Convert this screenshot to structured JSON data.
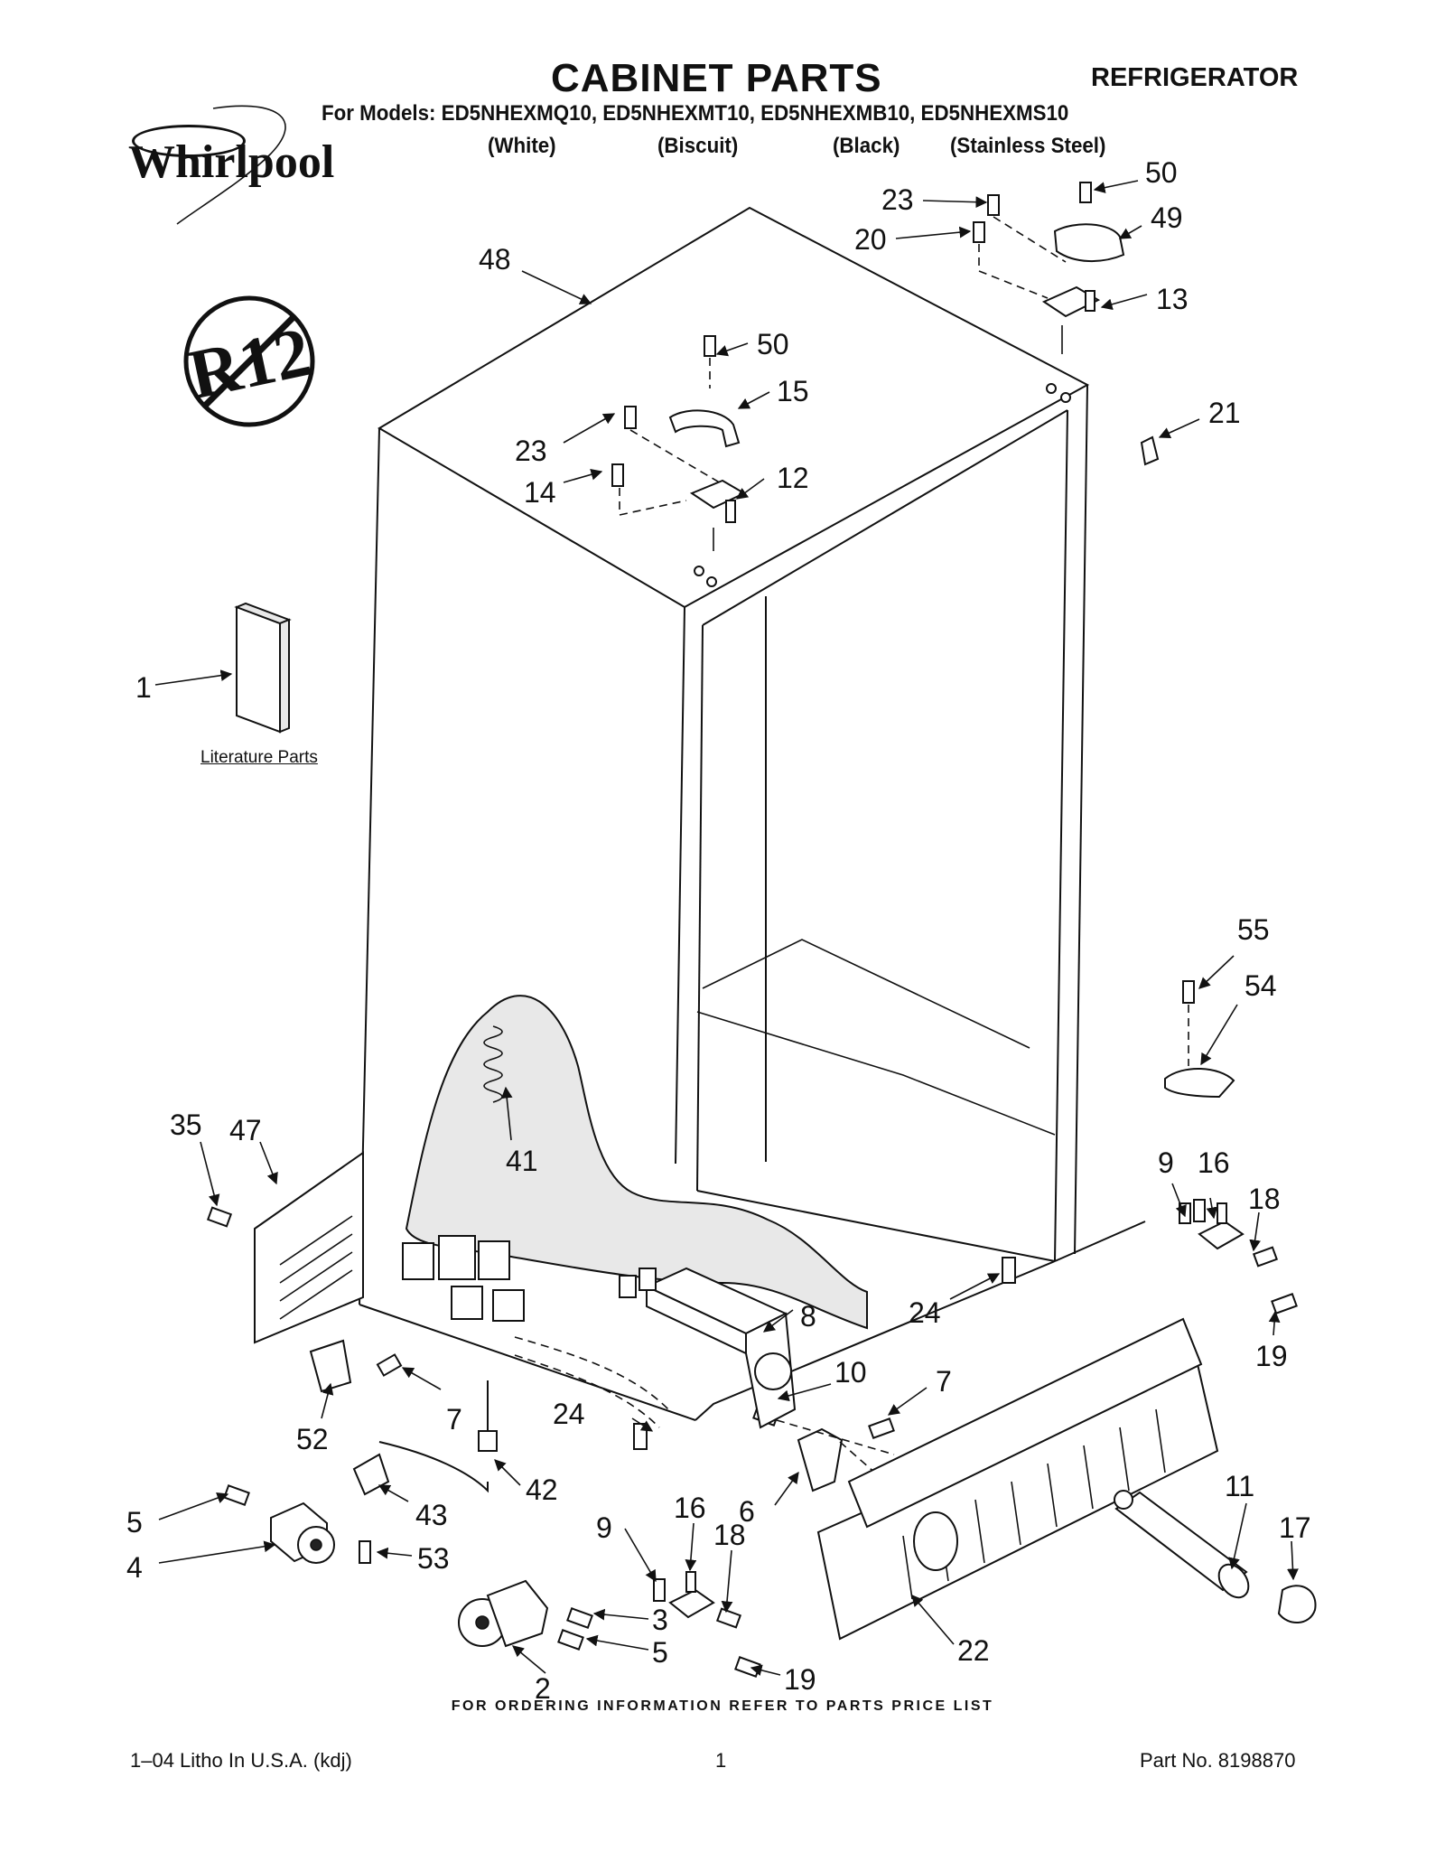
{
  "header": {
    "title": "CABINET PARTS",
    "category": "REFRIGERATOR",
    "models_line": "For Models: ED5NHEXMQ10, ED5NHEXMT10, ED5NHEXMB10, ED5NHEXMS10",
    "variants": [
      "(White)",
      "(Biscuit)",
      "(Black)",
      "(Stainless Steel)"
    ]
  },
  "brand": {
    "logo_text": "Whirlpool",
    "badge_text": "R12"
  },
  "literature": {
    "label": "Literature Parts"
  },
  "callouts": [
    "48",
    "50",
    "23",
    "20",
    "49",
    "13",
    "50",
    "15",
    "23",
    "14",
    "12",
    "21",
    "1",
    "55",
    "54",
    "35",
    "47",
    "41",
    "9",
    "16",
    "18",
    "8",
    "19",
    "24",
    "10",
    "7",
    "7",
    "24",
    "52",
    "42",
    "43",
    "5",
    "4",
    "53",
    "9",
    "16",
    "18",
    "3",
    "5",
    "2",
    "19",
    "22",
    "6",
    "11",
    "17"
  ],
  "footer": {
    "ordering_note": "FOR ORDERING INFORMATION REFER TO PARTS PRICE LIST",
    "litho": "1–04 Litho In U.S.A. (kdj)",
    "page_number": "1",
    "part_number": "Part No. 8198870"
  },
  "colors": {
    "ink": "#111111",
    "background": "#ffffff"
  },
  "icons": [
    "whirlpool-logo-icon",
    "no-r12-icon",
    "literature-booklet-icon"
  ]
}
